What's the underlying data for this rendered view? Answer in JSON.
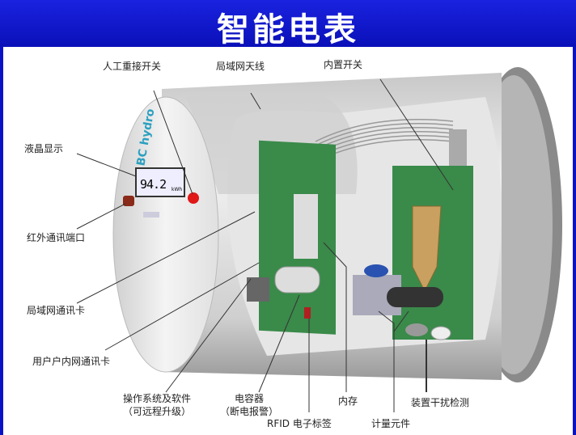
{
  "header": {
    "title": "智能电表"
  },
  "meter": {
    "display_value": "94.2",
    "display_unit": "kWh",
    "brand": "BC hydro"
  },
  "labels": {
    "manual_reconnect_switch": "人工重接开关",
    "lan_antenna": "局域网天线",
    "internal_switch": "内置开关",
    "lcd_display": "液晶显示",
    "infrared_port": "红外通讯端口",
    "lan_card": "局域网通讯卡",
    "home_network_card": "用户户内网通讯卡",
    "os_software": "操作系统及软件",
    "os_software_note": "（可远程升级）",
    "capacitor": "电容器",
    "capacitor_note": "（断电报警）",
    "rfid_tag": "RFID 电子标签",
    "memory": "内存",
    "metering_element": "计量元件",
    "tamper_detection": "装置干扰检测"
  },
  "colors": {
    "header": "#0a12c8",
    "pcb": "#3a8a4a",
    "body": "#d8d8d8"
  }
}
